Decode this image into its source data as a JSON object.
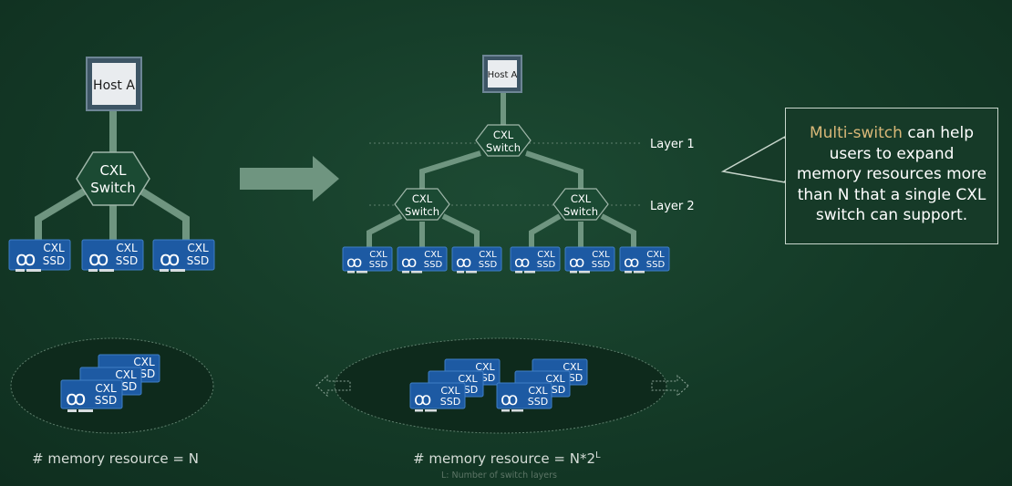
{
  "diagram": {
    "left": {
      "host_label": "Host A",
      "switch_label": [
        "CXL",
        "Switch"
      ],
      "ssd_label": [
        "CXL",
        "SSD"
      ],
      "ssd_count": 3,
      "caption": "# memory resource = N"
    },
    "right": {
      "host_label": "Host A",
      "switch_label": [
        "CXL",
        "Switch"
      ],
      "ssd_label": [
        "CXL",
        "SSD"
      ],
      "layer1_label": "Layer 1",
      "layer2_label": "Layer 2",
      "caption": "# memory resource = N*2",
      "caption_sup": "L",
      "footnote": "L: Number of switch layers"
    },
    "callout": {
      "highlight": "Multi-switch",
      "text_line1_rest": " can help",
      "text_line2": "users to expand",
      "text_line3": "memory resources more",
      "text_line4": "than N that a single CXL",
      "text_line5": "switch can support."
    }
  },
  "colors": {
    "background": "#143a27",
    "connector": "#6f9580",
    "ssd_blue": "#1e5aa0",
    "highlight": "#d9b878"
  }
}
